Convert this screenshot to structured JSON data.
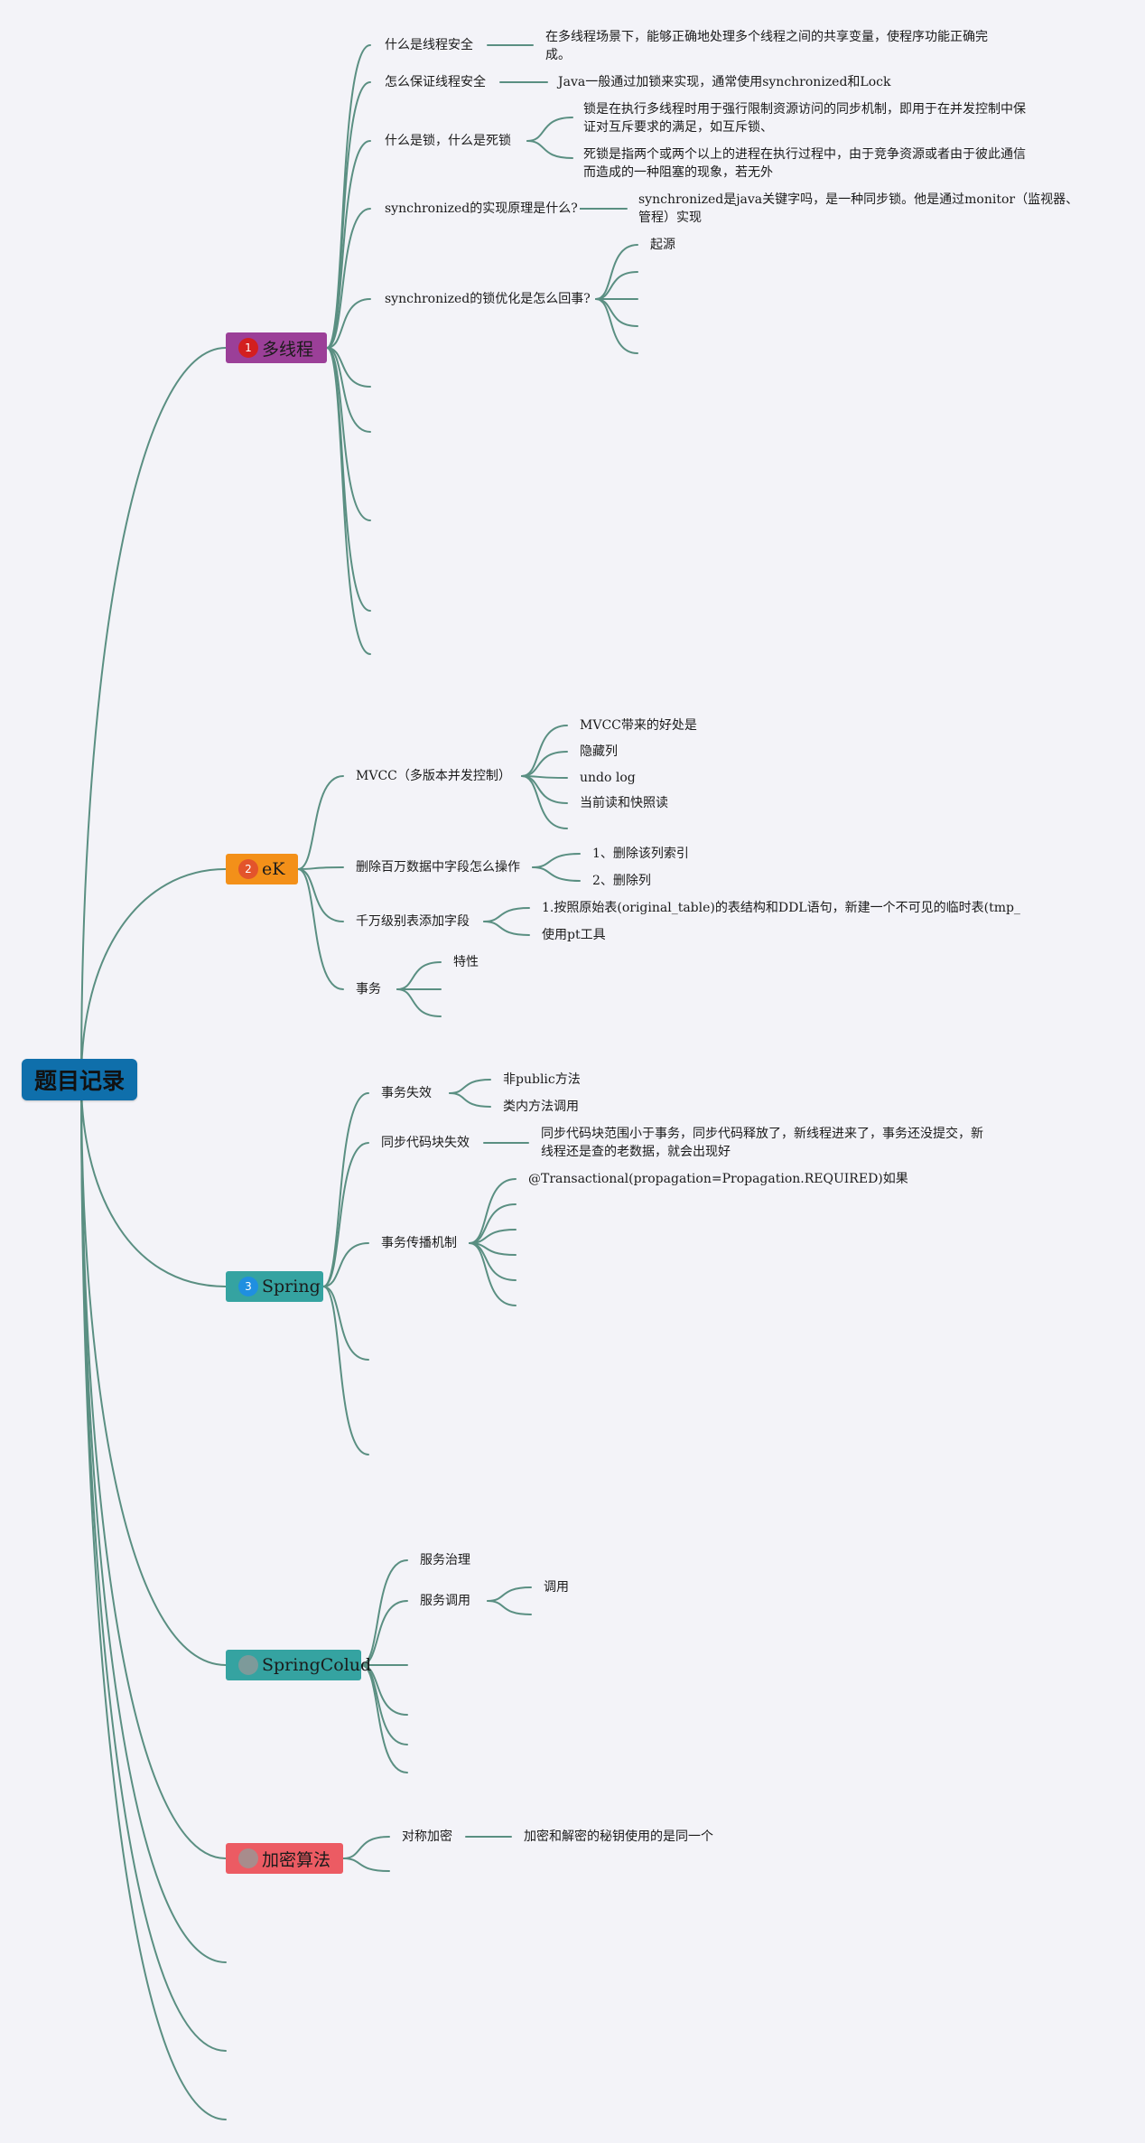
{
  "root": {
    "label": "题目记录"
  },
  "categories": {
    "multithread": {
      "label": "多线程",
      "badge": "1",
      "color": "#9b3f98",
      "badge_color": "#d31f1f"
    },
    "ek": {
      "label": "eK",
      "badge": "2",
      "color": "#f39019",
      "badge_color": "#e3542b"
    },
    "spring": {
      "label": "Spring",
      "badge": "3",
      "color": "#35a3a1",
      "badge_color": "#1f8fe0"
    },
    "springcloud": {
      "label": "SpringColud",
      "badge": "",
      "color": "#35a3a1",
      "badge_color": "#7d9a9a"
    },
    "crypto": {
      "label": "加密算法",
      "badge": "",
      "color": "#ec5b63",
      "badge_color": "#a88c8c"
    }
  },
  "multithread": {
    "q1": "什么是线程安全",
    "a1": "在多线程场景下，能够正确地处理多个线程之间的共享变量，使程序功能正确完成。",
    "q2": "怎么保证线程安全",
    "a2": "Java一般通过加锁来实现，通常使用synchronized和Lock",
    "q3": "什么是锁，什么是死锁",
    "a3a": "锁是在执行多线程时用于强行限制资源访问的同步机制，即用于在并发控制中保证对互斥要求的满足，如互斥锁、",
    "a3b": "死锁是指两个或两个以上的进程在执行过程中，由于竞争资源或者由于彼此通信而造成的一种阻塞的现象，若无外",
    "q4": "synchronized的实现原理是什么?",
    "a4": "synchronized是java关键字吗，是一种同步锁。他是通过monitor（监视器、管程）实现",
    "q5": "synchronized的锁优化是怎么回事?",
    "a5": "起源"
  },
  "ek": {
    "mvcc": "MVCC（多版本并发控制）",
    "mvcc_items": [
      "MVCC带来的好处是",
      "隐藏列",
      "undo log",
      "当前读和快照读"
    ],
    "del": "删除百万数据中字段怎么操作",
    "del_items": [
      "1、删除该列索引",
      "2、删除列"
    ],
    "add": "千万级别表添加字段",
    "add_items": [
      "1.按照原始表(original_table)的表结构和DDL语句，新建一个不可见的临时表(tmp_",
      "使用pt工具"
    ],
    "tx": "事务",
    "tx_items": [
      "特性"
    ]
  },
  "spring": {
    "fail": "事务失效",
    "fail_items": [
      "非public方法",
      "类内方法调用"
    ],
    "sync": "同步代码块失效",
    "sync_answer": "同步代码块范围小于事务，同步代码释放了，新线程进来了，事务还没提交，新线程还是查的老数据，就会出现好",
    "prop": "事务传播机制",
    "prop_items": [
      "@Transactional(propagation=Propagation.REQUIRED)如果"
    ]
  },
  "springcloud": {
    "gov": "服务治理",
    "call": "服务调用",
    "call_items": [
      "调用"
    ]
  },
  "crypto": {
    "sym": "对称加密",
    "sym_answer": "加密和解密的秘钥使用的是同一个"
  }
}
